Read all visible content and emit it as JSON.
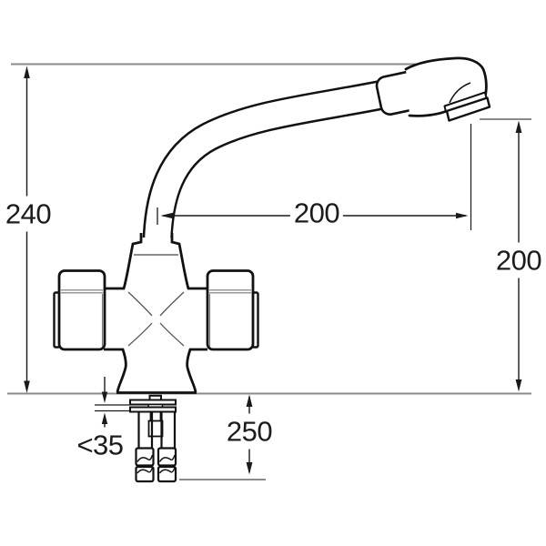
{
  "diagram": {
    "type": "technical-drawing",
    "subject": "kitchen-mixer-tap-dimension-diagram",
    "labels": {
      "height_overall": "240",
      "spout_reach": "200",
      "outlet_clearance": "200",
      "below_deck": "250",
      "max_deck_thickness": "<35"
    },
    "colors": {
      "outline": "#111111",
      "dimension": "#1a1a1a",
      "reference": "#8a8a8a",
      "background": "#ffffff"
    }
  }
}
